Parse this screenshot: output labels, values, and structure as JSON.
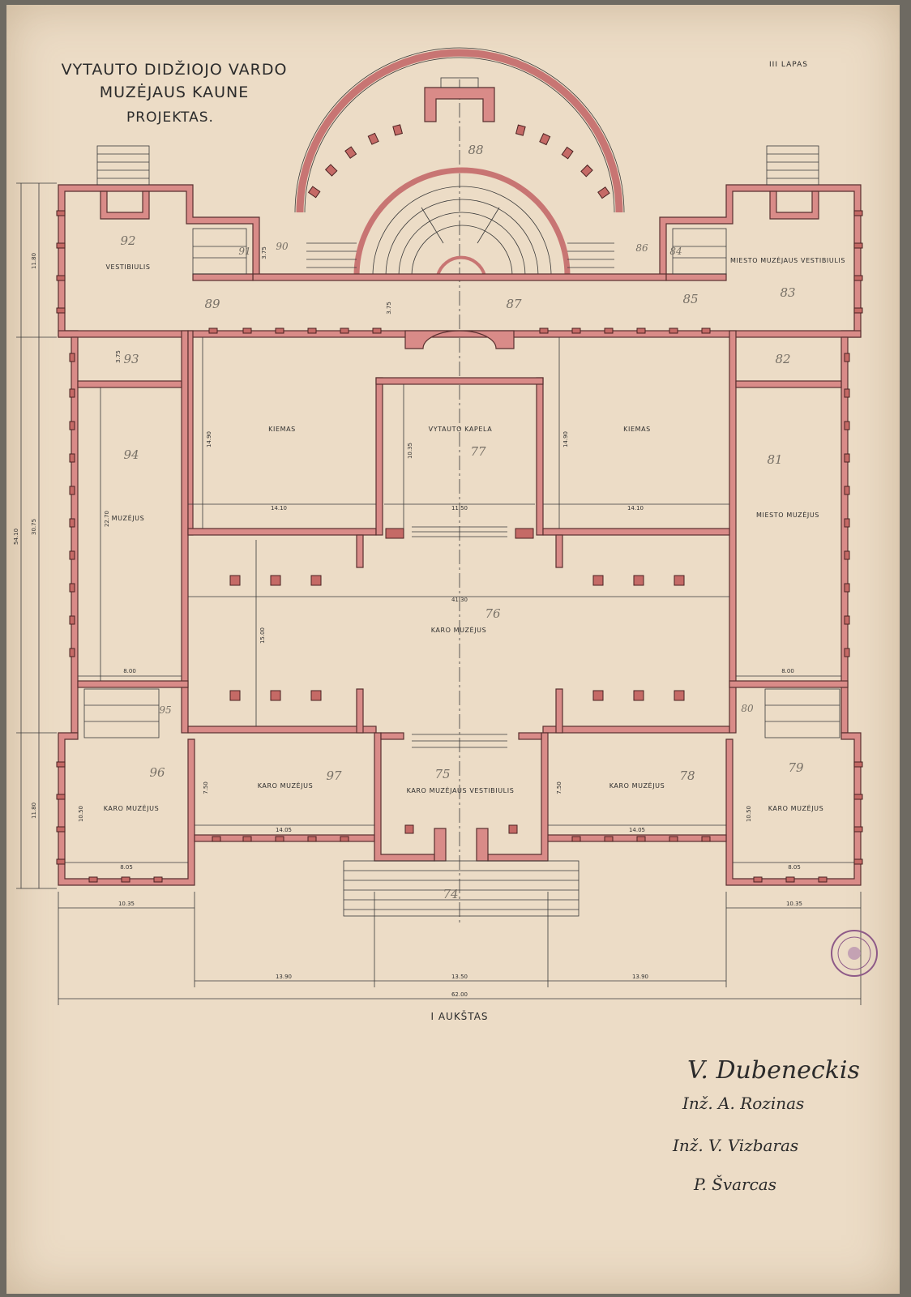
{
  "header": {
    "title_lines": [
      "VYTAUTO DIDŽIOJO VARDO",
      "MUZĖJAUS KAUNE",
      "PROJEKTAS."
    ],
    "sheet_label": "III LAPAS"
  },
  "plan": {
    "floor_label": "I AUKŠTAS",
    "rooms": [
      {
        "num": "92",
        "name": "VESTIBIULIS"
      },
      {
        "num": "88",
        "name": ""
      },
      {
        "num": "83",
        "name": "MIESTO MUZĖJAUS VESTIBIULIS"
      },
      {
        "num": "91",
        "name": ""
      },
      {
        "num": "90",
        "name": ""
      },
      {
        "num": "86",
        "name": ""
      },
      {
        "num": "84",
        "name": ""
      },
      {
        "num": "89",
        "name": ""
      },
      {
        "num": "87",
        "name": ""
      },
      {
        "num": "85",
        "name": ""
      },
      {
        "num": "93",
        "name": ""
      },
      {
        "num": "82",
        "name": ""
      },
      {
        "num": "",
        "name": "KIEMAS"
      },
      {
        "num": "77",
        "name": "VYTAUTO KAPELA"
      },
      {
        "num": "",
        "name": "KIEMAS"
      },
      {
        "num": "94",
        "name": "MUZĖJUS"
      },
      {
        "num": "81",
        "name": "MIESTO MUZĖJUS"
      },
      {
        "num": "76",
        "name": "KARO MUZĖJUS"
      },
      {
        "num": "96",
        "name": "KARO MUZĖJUS"
      },
      {
        "num": "97",
        "name": "KARO MUZĖJUS"
      },
      {
        "num": "75",
        "name": "KARO MUZĖJAUS VESTIBIULIS"
      },
      {
        "num": "78",
        "name": "KARO MUZĖJUS"
      },
      {
        "num": "79",
        "name": "KARO MUZĖJUS"
      },
      {
        "num": "80",
        "name": ""
      },
      {
        "num": "95",
        "name": ""
      },
      {
        "num": "74",
        "name": ""
      }
    ],
    "dimensions": {
      "d_1180_top": "11.80",
      "d_3075": "30.75",
      "d_5410": "54.10",
      "d_1180_bot": "11.80",
      "d_375_a": "3.75",
      "d_375_b": "3.75",
      "d_375_c": "3.75",
      "d_1490_l": "14.90",
      "d_1490_r": "14.90",
      "d_1035": "10.35",
      "d_1410_l": "14.10",
      "d_1150": "11.50",
      "d_1410_r": "14.10",
      "d_2270": "22.70",
      "d_4130": "41.30",
      "d_1500": "15.00",
      "d_800_l": "8.00",
      "d_800_r": "8.00",
      "d_750_l": "7.50",
      "d_750_r": "7.50",
      "d_1050_l": "10.50",
      "d_1050_r": "10.50",
      "d_1405_l": "14.05",
      "d_1405_r": "14.05",
      "d_805_l": "8.05",
      "d_805_r": "8.05",
      "d_1035_l": "10.35",
      "d_1035_r": "10.35",
      "d_1390_l": "13.90",
      "d_1350": "13.50",
      "d_1390_r": "13.90",
      "d_6200": "62.00"
    }
  },
  "signatures": [
    "V. Dubeneckis",
    "Inž. A. Rozinas",
    "Inž. V. Vizbaras",
    "P. Švarcas"
  ],
  "colors": {
    "paper": "#ecdcc6",
    "wall": "#d98b88",
    "ink": "#2b2b2b"
  }
}
